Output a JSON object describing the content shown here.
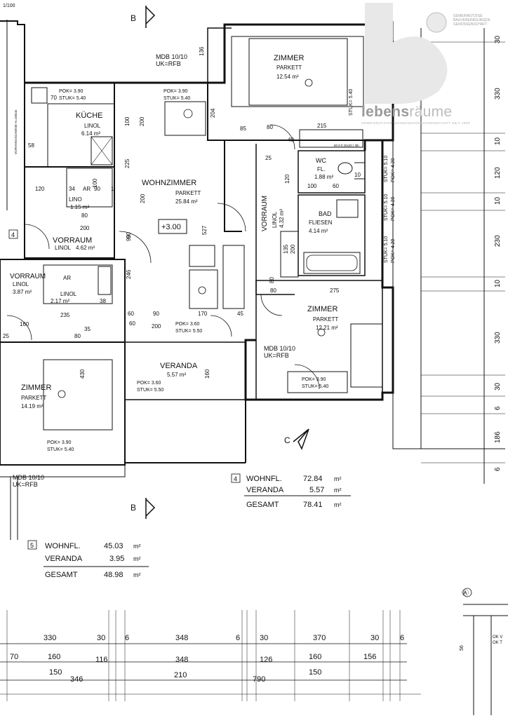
{
  "scale_label": "1/100",
  "section_labels": {
    "b_top": "B",
    "b_bottom": "B",
    "c": "C",
    "a_circle": "Ⓐ"
  },
  "logo": {
    "word_bold": "lebens",
    "word_light": "räume",
    "sub": "GEMEINNÜTZIGE WOHNUNGSGENOSSENSCHAFT SEIT 1909",
    "org_line1": "GEMEINNÜTZIGE",
    "org_line2": "BAUVEREINIGUNGEN",
    "org_line3": "GENOSSENSCHAFT"
  },
  "rooms": {
    "kueche": {
      "name": "KÜCHE",
      "floor": "LINOL",
      "area": "6.14 m²"
    },
    "wohnzimmer": {
      "name": "WOHNZIMMER",
      "floor": "PARKETT",
      "area": "25.84 m²"
    },
    "zimmer_top": {
      "name": "ZIMMER",
      "floor": "PARKETT",
      "area": "12.54 m²"
    },
    "vorraum_right": {
      "name": "VORRAUM",
      "floor": "LINOL",
      "area": "4.32 m²"
    },
    "wc": {
      "name": "WC",
      "floor": "FL.",
      "area": "1.88 m²"
    },
    "bad": {
      "name": "BAD",
      "floor": "FLIESEN",
      "area": "4.14 m²"
    },
    "zimmer_right": {
      "name": "ZIMMER",
      "floor": "PARKETT",
      "area": "12.21 m²"
    },
    "ar_top": {
      "name": "AR",
      "floor": "LINO",
      "area": "1.15 m²"
    },
    "vorraum_left": {
      "name": "VORRAUM",
      "floor": "LINOL",
      "area": "4.62 m²"
    },
    "vorraum_lower": {
      "name": "VORRAUM",
      "floor": "LINOL",
      "area": "3.87 m²"
    },
    "ar_lower": {
      "name": "AR",
      "floor": "LINOL",
      "area": "2.17 m²"
    },
    "zimmer_left": {
      "name": "ZIMMER",
      "floor": "PARKETT",
      "area": "14.19 m²"
    },
    "veranda": {
      "name": "VERANDA",
      "area": "5.57 m²"
    }
  },
  "heights": {
    "pok_390": "POK= 3.90",
    "stuk_540": "STUK= 5.40",
    "pok_360": "POK= 3.60",
    "stuk_550": "STUK= 5.50",
    "pok_360b": "POK= 3.60",
    "stuk_550b": "STUK= 5.50",
    "stuk_540_vert": "STUK= 5.40",
    "stuk_510": "STUK= 5.10",
    "pok_420": "POK= 4.20",
    "level": "+3.00"
  },
  "mdb_labels": {
    "mdb": "MDB 10/10",
    "uk": "UK=RFB"
  },
  "unit_numbers": {
    "unit4": "4",
    "unit5": "5"
  },
  "summary_4": {
    "rows": [
      {
        "label": "WOHNFL.",
        "value": "72.84",
        "unit": "m²"
      },
      {
        "label": "VERANDA",
        "value": "5.57",
        "unit": "m²"
      },
      {
        "label": "GESAMT",
        "value": "78.41",
        "unit": "m²"
      }
    ]
  },
  "summary_5": {
    "rows": [
      {
        "label": "WOHNFL.",
        "value": "45.03",
        "unit": "m²"
      },
      {
        "label": "VERANDA",
        "value": "3.95",
        "unit": "m²"
      },
      {
        "label": "GESAMT",
        "value": "48.98",
        "unit": "m²"
      }
    ]
  },
  "dims_right": [
    "30",
    "330",
    "10",
    "120",
    "10",
    "230",
    "10",
    "330",
    "30",
    "6",
    "186",
    "6"
  ],
  "dims_bottom_row1": [
    "330",
    "30",
    "6",
    "348",
    "6",
    "30",
    "370",
    "30",
    "6"
  ],
  "dims_bottom_row2": [
    "70",
    "160",
    "116",
    "348",
    "126",
    "160",
    "156"
  ],
  "dims_bottom_row3": [
    "150",
    "346",
    "210",
    "790",
    "150"
  ],
  "dims_interior": [
    "70",
    "100",
    "200",
    "225",
    "200",
    "527",
    "200",
    "90",
    "60",
    "90",
    "170",
    "45",
    "85",
    "80",
    "215",
    "25",
    "120",
    "100",
    "60",
    "135",
    "80",
    "275",
    "200",
    "246",
    "90",
    "60",
    "58",
    "120",
    "34",
    "90",
    "200",
    "235",
    "160",
    "430",
    "25",
    "80",
    "204",
    "40",
    "80",
    "10",
    "160",
    "100",
    "35",
    "38",
    "80",
    "1",
    "136"
  ],
  "dims_corner": [
    "56"
  ],
  "corner_labels": [
    "OK V",
    "OK T"
  ],
  "label_vert_left": "VORHANGSCHIENE H=160cm",
  "label_small_right": "80 8 lt 20x20 | Ibb"
}
